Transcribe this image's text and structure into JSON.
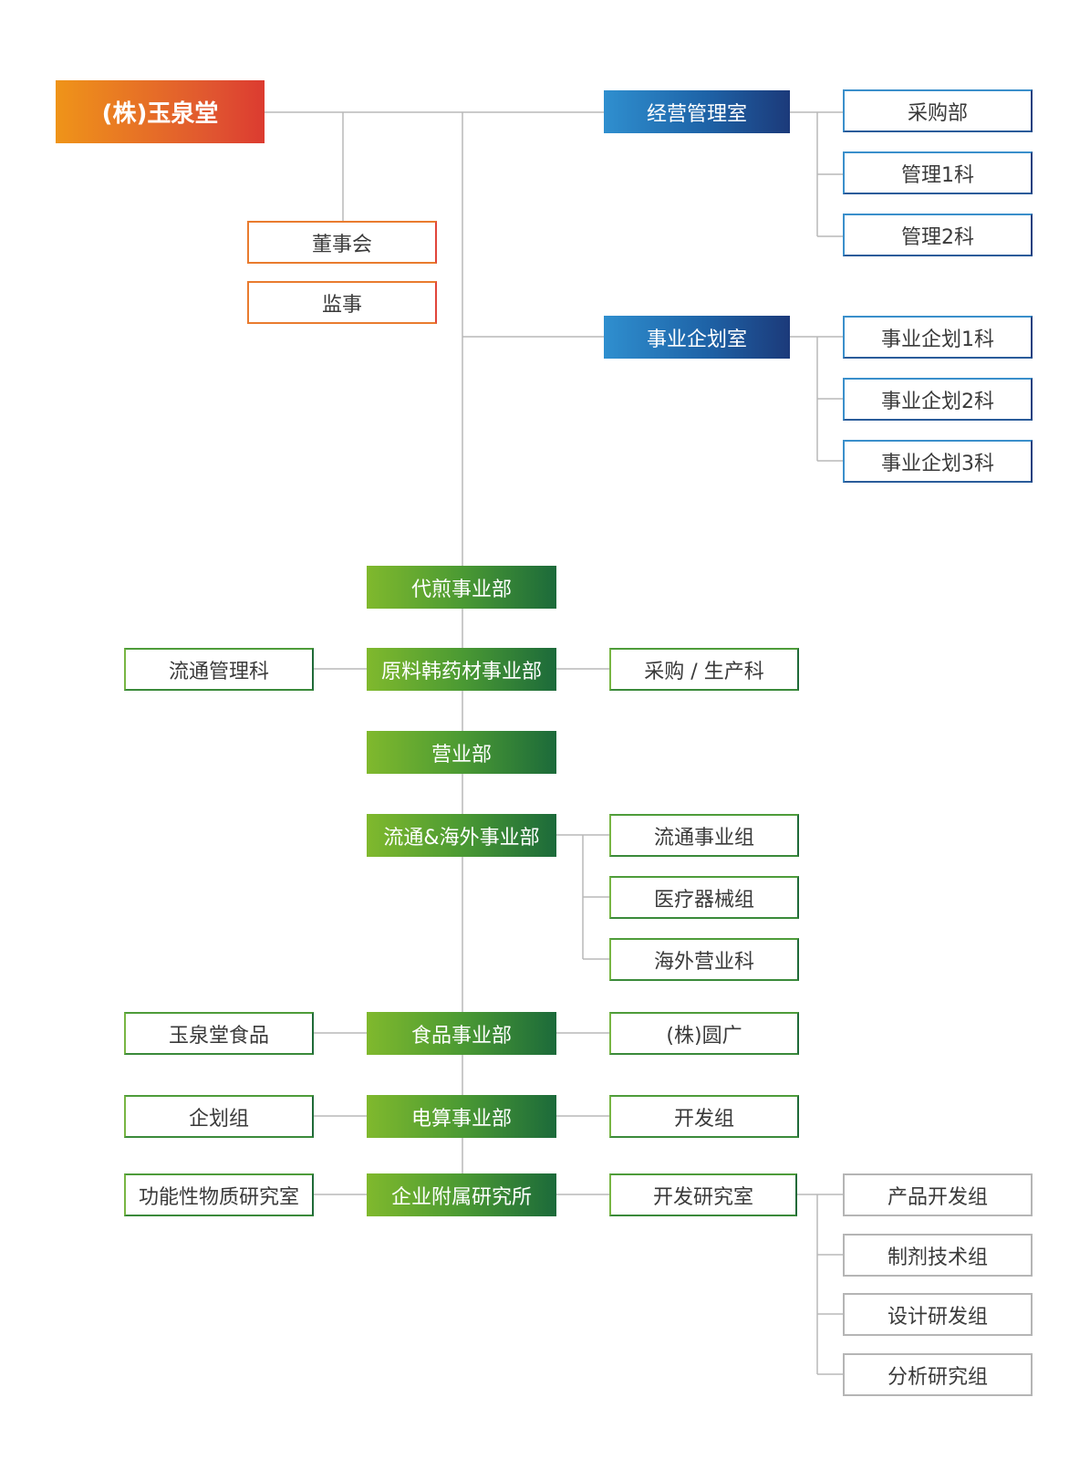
{
  "company": "(株)玉泉堂",
  "board": {
    "directors": "董事会",
    "auditor": "监事"
  },
  "management_office": {
    "label": "经营管理室",
    "teams": [
      "采购部",
      "管理1科",
      "管理2科"
    ]
  },
  "planning_office": {
    "label": "事业企划室",
    "teams": [
      "事业企划1科",
      "事业企划2科",
      "事业企划3科"
    ]
  },
  "divisions": {
    "decoction": "代煎事业部",
    "herbal": {
      "label": "原料韩药材事业部",
      "left": "流通管理科",
      "right": "采购 / 生产科"
    },
    "sales": "营业部",
    "distribution": {
      "label": "流通&海外事业部",
      "teams": [
        "流通事业组",
        "医疗器械组",
        "海外营业科"
      ]
    },
    "food": {
      "label": "食品事业部",
      "left": "玉泉堂食品",
      "right": "(株)圆广"
    },
    "computing": {
      "label": "电算事业部",
      "left": "企划组",
      "right": "开发组"
    },
    "research": {
      "label": "企业附属研究所",
      "left": "功能性物质研究室",
      "right": "开发研究室",
      "teams": [
        "产品开发组",
        "制剂技术组",
        "设计研发组",
        "分析研究组"
      ]
    }
  },
  "colors": {
    "root_start": "#ef9419",
    "root_end": "#dc3b30",
    "blue_start": "#2f8fcf",
    "blue_end": "#1c3a7a",
    "green_start": "#80b92d",
    "green_end": "#1c6a3a",
    "connector": "#b8b8b8"
  }
}
